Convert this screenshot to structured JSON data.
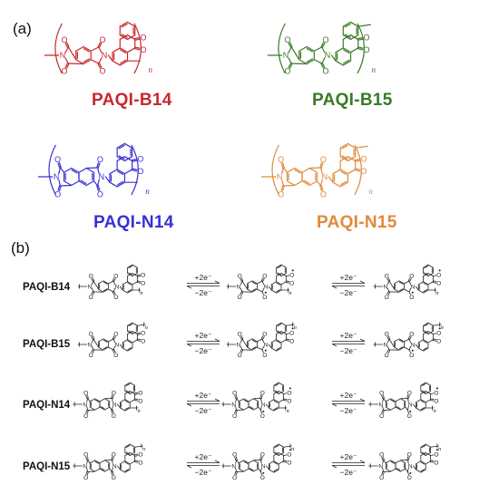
{
  "panels": {
    "a_label": "(a)",
    "b_label": "(b)"
  },
  "polymers": [
    {
      "name": "PAQI-B14",
      "color": "#c8282d",
      "core": "benzene",
      "pos": "14"
    },
    {
      "name": "PAQI-B15",
      "color": "#3a7a24",
      "core": "benzene",
      "pos": "15"
    },
    {
      "name": "PAQI-N14",
      "color": "#3a2fd6",
      "core": "naphthalene",
      "pos": "14"
    },
    {
      "name": "PAQI-N15",
      "color": "#e08a3c",
      "core": "naphthalene",
      "pos": "15"
    }
  ],
  "repeat_symbol": "n",
  "atoms": {
    "nitrogen": "N",
    "oxygen": "O"
  },
  "redox": {
    "forward": "+2e⁻",
    "reverse": "−2e⁻"
  },
  "ink_color": "#222222"
}
